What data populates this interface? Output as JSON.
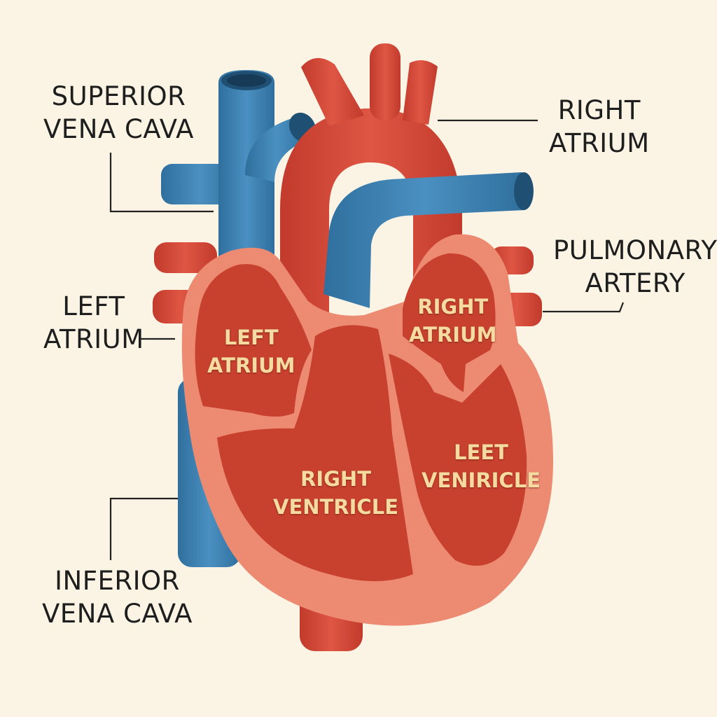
{
  "colors": {
    "background": "#fbf4e4",
    "vein_blue": "#3a7fb0",
    "artery_red": "#d4493a",
    "chamber_red": "#c8412f",
    "wall_pink": "#ec8a72",
    "label_text": "#1e1e1e",
    "inner_label_text": "#f6dba0"
  },
  "external_labels": {
    "superior_vena_cava": [
      "SUPERIOR",
      "VENA CAVA"
    ],
    "left_atrium": [
      "LEFT",
      "ATRIUM"
    ],
    "inferior_vena_cava": [
      "INFERIOR",
      "VENA CAVA"
    ],
    "right_atrium": [
      "RIGHT",
      "ATRIUM"
    ],
    "pulmonary_artery": [
      "PULMONARY",
      "ARTERY"
    ]
  },
  "chamber_labels": {
    "left_atrium": [
      "LEFT",
      "ATRIUM"
    ],
    "right_atrium": [
      "RIGHT",
      "ATRIUM"
    ],
    "right_ventricle": [
      "RIGHT",
      "VENTRICLE"
    ],
    "left_ventricle": [
      "LEET",
      "VENIRICLE"
    ]
  }
}
